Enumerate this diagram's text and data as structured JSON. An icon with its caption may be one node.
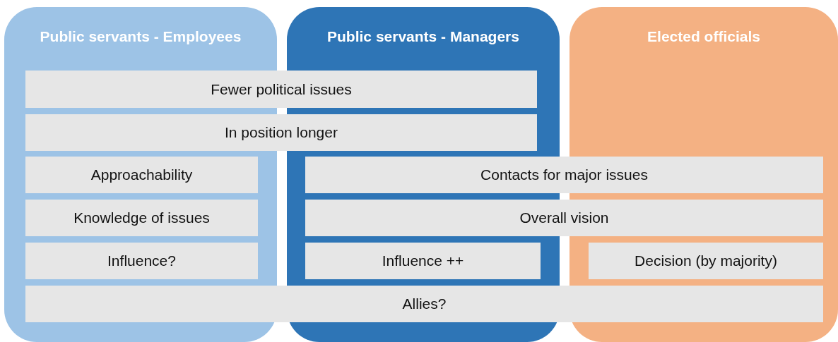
{
  "diagram": {
    "nodes": [
      {
        "text": [
          "Public servants - Employees"
        ]
      },
      {
        "text": [
          "Public servants - Managers"
        ]
      },
      {
        "text": [
          "Elected officials"
        ]
      },
      {
        "text": [
          "Fewer political issues"
        ]
      },
      {
        "text": [
          "In position longer"
        ]
      },
      {
        "text": [
          "Approachability"
        ],
        "in": 0
      },
      {
        "text": [
          "Contacts for major issues"
        ]
      },
      {
        "text": [
          "Knowledge of issues"
        ],
        "in": 0
      },
      {
        "text": [
          "Overall vision"
        ]
      },
      {
        "text": [
          "Influence?"
        ],
        "in": 0
      },
      {
        "text": [
          "Influence ++"
        ],
        "in": 1
      },
      {
        "text": [
          "Decision (by majority)"
        ],
        "in": 2
      },
      {
        "text": [
          "Allies?"
        ]
      }
    ]
  }
}
